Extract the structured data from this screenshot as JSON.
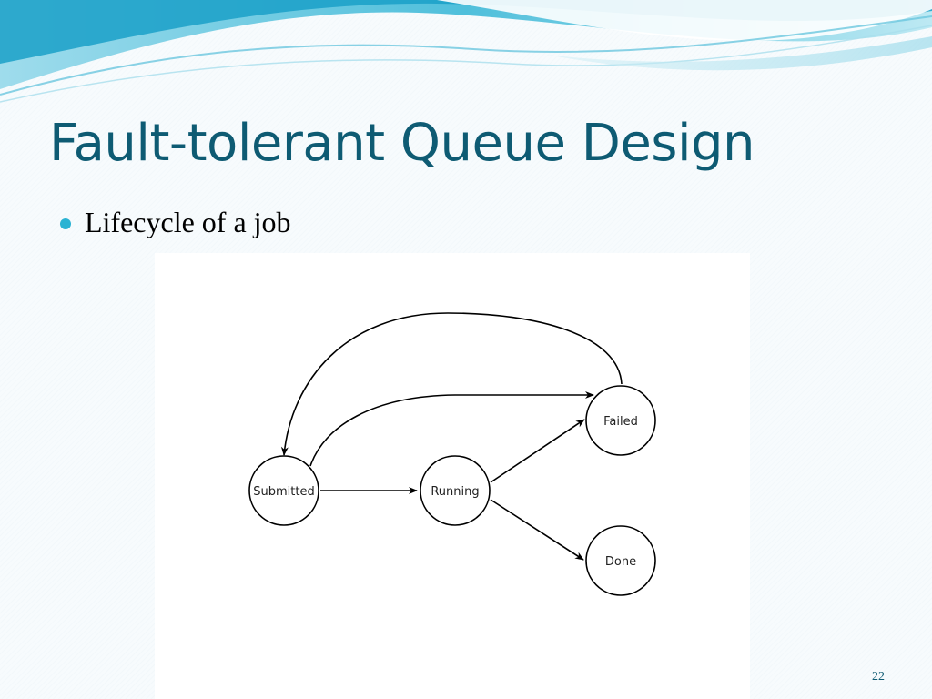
{
  "slide": {
    "title": "Fault-tolerant Queue Design",
    "bullets": [
      {
        "text": "Lifecycle of a job"
      }
    ],
    "page_number": "22",
    "colors": {
      "title": "#0e5b73",
      "bullet": "#2bb3d3",
      "wave_light": "#bfe6f0",
      "wave_mid": "#7fcfe3",
      "wave_dark": "#2ba8cc"
    }
  },
  "diagram": {
    "nodes": [
      {
        "id": "submitted",
        "label": "Submitted"
      },
      {
        "id": "running",
        "label": "Running"
      },
      {
        "id": "failed",
        "label": "Failed"
      },
      {
        "id": "done",
        "label": "Done"
      }
    ],
    "edges": [
      {
        "from": "submitted",
        "to": "running"
      },
      {
        "from": "running",
        "to": "failed"
      },
      {
        "from": "running",
        "to": "done"
      },
      {
        "from": "submitted",
        "to": "failed"
      },
      {
        "from": "failed",
        "to": "submitted"
      }
    ]
  }
}
